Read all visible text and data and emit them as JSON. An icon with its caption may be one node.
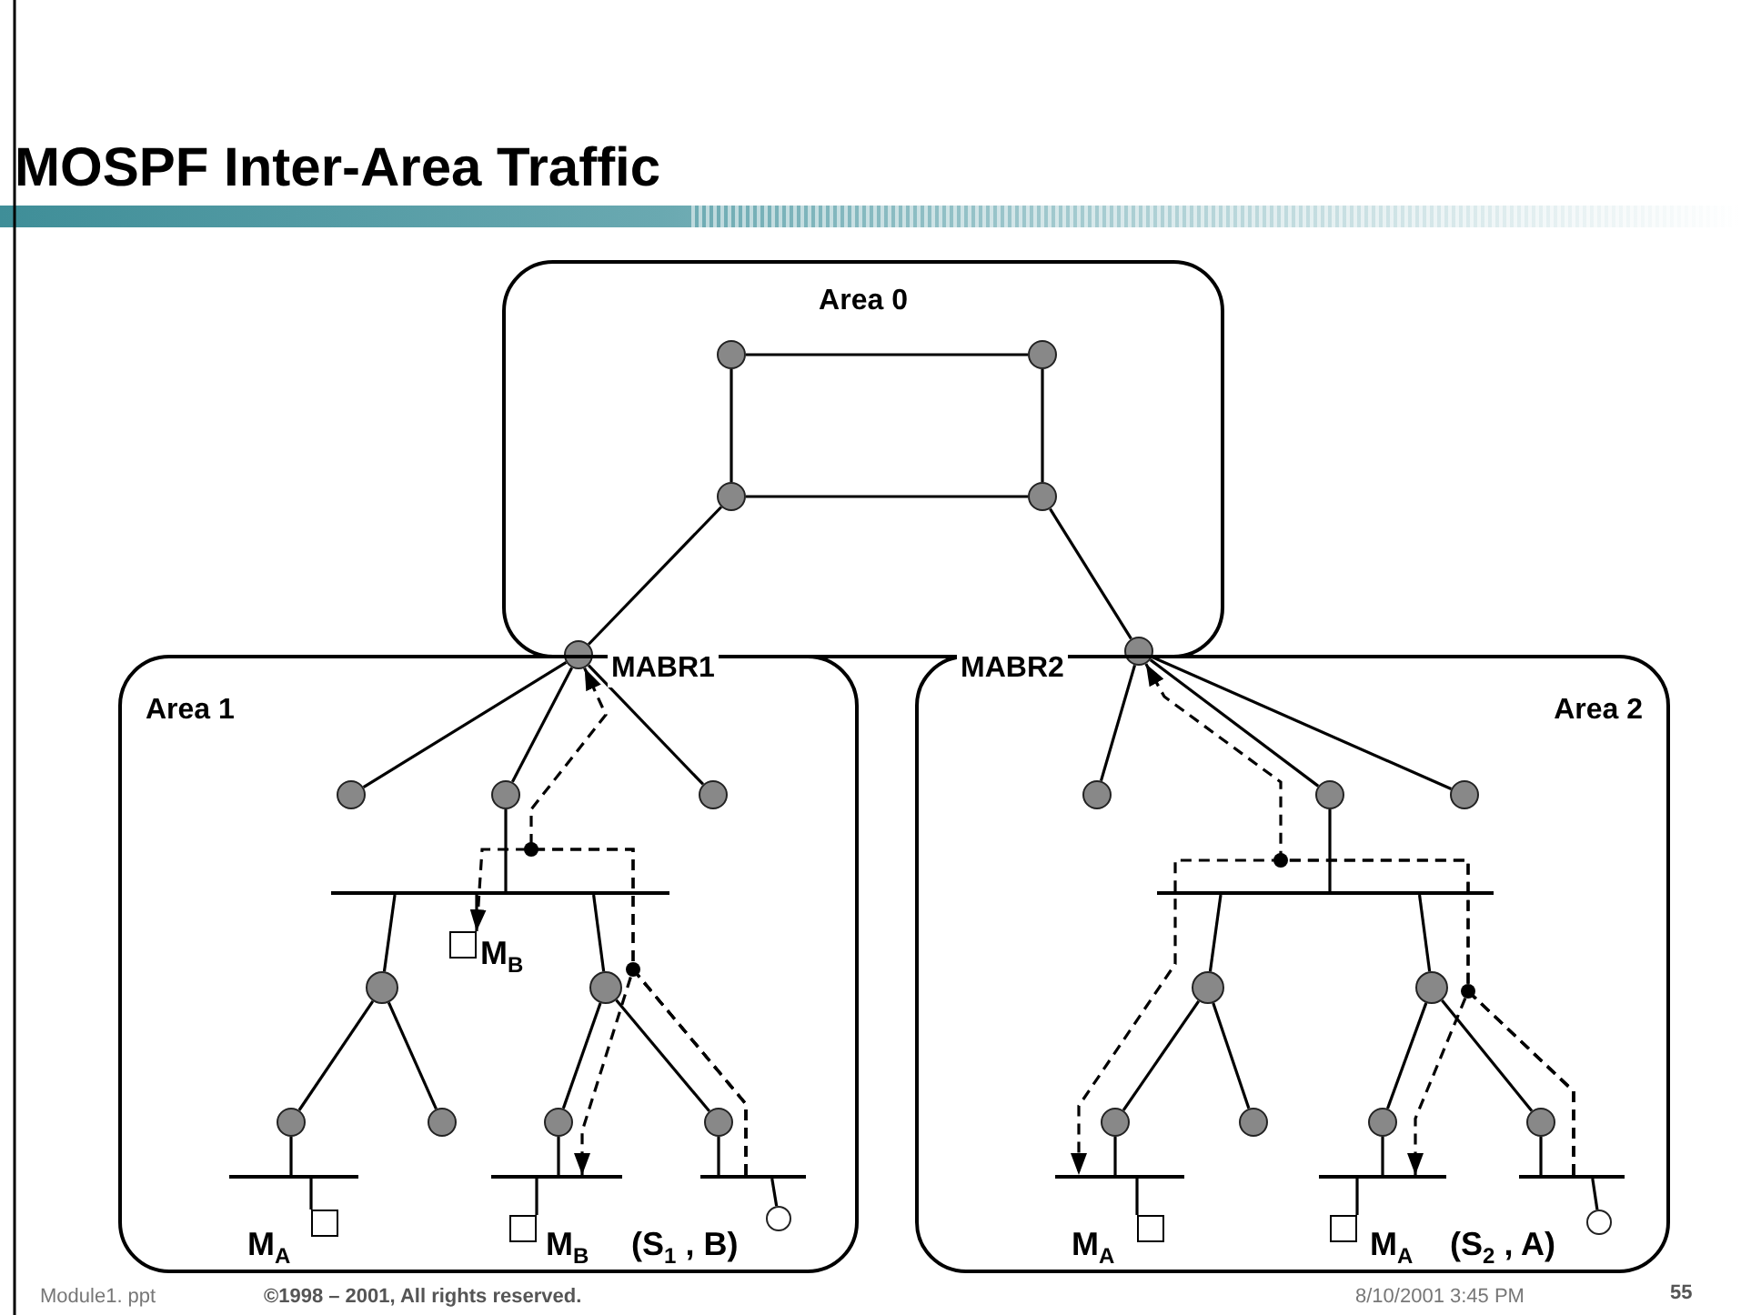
{
  "diagram": {
    "title": "MOSPF Inter-Area Traffic",
    "nodes": [
      {
        "text": [
          "Area 0"
        ]
      },
      {
        "text": [],
        "shape": "circle",
        "in": 0
      },
      {
        "text": [],
        "shape": "circle",
        "in": 0
      },
      {
        "text": [],
        "shape": "circle",
        "in": 0
      },
      {
        "text": [],
        "shape": "circle",
        "in": 0
      },
      {
        "text": [],
        "shape": "circle",
        "beside": [
          "MABR1"
        ]
      },
      {
        "text": [],
        "shape": "circle",
        "beside": [
          "MABR2"
        ]
      },
      {
        "text": [
          "Area 1"
        ]
      },
      {
        "text": [],
        "shape": "circle",
        "in": 7
      },
      {
        "text": [],
        "shape": "circle",
        "in": 7
      },
      {
        "text": [],
        "shape": "circle",
        "in": 7
      },
      {
        "text": [],
        "shape": "bar",
        "in": 7
      },
      {
        "text": [],
        "shape": "box",
        "in": 7,
        "beside": [
          "M$_{B}$"
        ]
      },
      {
        "text": [],
        "shape": "circle",
        "in": 7
      },
      {
        "text": [],
        "shape": "circle",
        "in": 7
      },
      {
        "text": [],
        "shape": "circle",
        "in": 7
      },
      {
        "text": [],
        "shape": "circle",
        "in": 7
      },
      {
        "text": [],
        "shape": "circle",
        "in": 7
      },
      {
        "text": [],
        "shape": "circle",
        "in": 7
      },
      {
        "text": [],
        "shape": "bar",
        "in": 7
      },
      {
        "text": [],
        "shape": "bar",
        "in": 7
      },
      {
        "text": [],
        "shape": "bar",
        "in": 7
      },
      {
        "text": [],
        "shape": "box",
        "in": 7,
        "beside": [
          "M$_{A}$"
        ]
      },
      {
        "text": [],
        "shape": "box",
        "in": 7,
        "beside": [
          "M$_{B}$"
        ]
      },
      {
        "text": [],
        "shape": "circle",
        "in": 7,
        "beside": [
          "(S$_{1}$ , B)"
        ]
      },
      {
        "text": [
          "Area 2"
        ]
      },
      {
        "text": [],
        "shape": "circle",
        "in": 25
      },
      {
        "text": [],
        "shape": "circle",
        "in": 25
      },
      {
        "text": [],
        "shape": "circle",
        "in": 25
      },
      {
        "text": [],
        "shape": "bar",
        "in": 25
      },
      {
        "text": [],
        "shape": "circle",
        "in": 25
      },
      {
        "text": [],
        "shape": "circle",
        "in": 25
      },
      {
        "text": [],
        "shape": "circle",
        "in": 25
      },
      {
        "text": [],
        "shape": "circle",
        "in": 25
      },
      {
        "text": [],
        "shape": "circle",
        "in": 25
      },
      {
        "text": [],
        "shape": "circle",
        "in": 25
      },
      {
        "text": [],
        "shape": "bar",
        "in": 25
      },
      {
        "text": [],
        "shape": "bar",
        "in": 25
      },
      {
        "text": [],
        "shape": "bar",
        "in": 25
      },
      {
        "text": [],
        "shape": "box",
        "in": 25,
        "beside": [
          "M$_{A}$"
        ]
      },
      {
        "text": [],
        "shape": "box",
        "in": 25,
        "beside": [
          "M$_{A}$"
        ]
      },
      {
        "text": [],
        "shape": "circle",
        "in": 25,
        "beside": [
          "(S$_{2}$ , A)"
        ]
      }
    ],
    "edges": [
      {
        "from": 1,
        "to": 2,
        "arrow": "none"
      },
      {
        "from": 1,
        "to": 3,
        "arrow": "none"
      },
      {
        "from": 2,
        "to": 4,
        "arrow": "none"
      },
      {
        "from": 3,
        "to": 4,
        "arrow": "none"
      },
      {
        "from": 3,
        "to": 5,
        "arrow": "none"
      },
      {
        "from": 4,
        "to": 6,
        "arrow": "none"
      },
      {
        "from": 5,
        "to": 8,
        "arrow": "none"
      },
      {
        "from": 5,
        "to": 9,
        "arrow": "none"
      },
      {
        "from": 5,
        "to": 10,
        "arrow": "none"
      },
      {
        "from": 9,
        "to": 11,
        "arrow": "none"
      },
      {
        "from": 11,
        "to": 12,
        "arrow": "none"
      },
      {
        "from": 11,
        "to": 13,
        "arrow": "none"
      },
      {
        "from": 11,
        "to": 14,
        "arrow": "none"
      },
      {
        "from": 13,
        "to": 15,
        "arrow": "none"
      },
      {
        "from": 13,
        "to": 16,
        "arrow": "none"
      },
      {
        "from": 14,
        "to": 17,
        "arrow": "none"
      },
      {
        "from": 14,
        "to": 18,
        "arrow": "none"
      },
      {
        "from": 15,
        "to": 19,
        "arrow": "none"
      },
      {
        "from": 19,
        "to": 22,
        "arrow": "none"
      },
      {
        "from": 17,
        "to": 20,
        "arrow": "none"
      },
      {
        "from": 20,
        "to": 23,
        "arrow": "none"
      },
      {
        "from": 18,
        "to": 21,
        "arrow": "none"
      },
      {
        "from": 21,
        "to": 24,
        "arrow": "none"
      },
      {
        "from": 6,
        "to": 26,
        "arrow": "none"
      },
      {
        "from": 6,
        "to": 27,
        "arrow": "none"
      },
      {
        "from": 6,
        "to": 28,
        "arrow": "none"
      },
      {
        "from": 27,
        "to": 29,
        "arrow": "none"
      },
      {
        "from": 29,
        "to": 30,
        "arrow": "none"
      },
      {
        "from": 29,
        "to": 31,
        "arrow": "none"
      },
      {
        "from": 30,
        "to": 32,
        "arrow": "none"
      },
      {
        "from": 30,
        "to": 33,
        "arrow": "none"
      },
      {
        "from": 31,
        "to": 34,
        "arrow": "none"
      },
      {
        "from": 31,
        "to": 35,
        "arrow": "none"
      },
      {
        "from": 32,
        "to": 36,
        "arrow": "none"
      },
      {
        "from": 36,
        "to": 39,
        "arrow": "none"
      },
      {
        "from": 34,
        "to": 37,
        "arrow": "none"
      },
      {
        "from": 37,
        "to": 40,
        "arrow": "none"
      },
      {
        "from": 35,
        "to": 38,
        "arrow": "none"
      },
      {
        "from": 38,
        "to": 41,
        "arrow": "none"
      },
      {
        "from": 21,
        "to": 20,
        "arrow": "to",
        "style": "dashed"
      },
      {
        "from": 21,
        "to": 12,
        "arrow": "to",
        "style": "dashed"
      },
      {
        "from": 21,
        "to": 5,
        "arrow": "to",
        "style": "dashed"
      },
      {
        "from": 38,
        "to": 37,
        "arrow": "to",
        "style": "dashed"
      },
      {
        "from": 38,
        "to": 36,
        "arrow": "to",
        "style": "dashed"
      },
      {
        "from": 38,
        "to": 6,
        "arrow": "to",
        "style": "dashed"
      }
    ],
    "labels": [
      "Module1. ppt",
      "©1998 – 2001, All rights reserved.",
      "8/10/2001 3:45 PM",
      "55"
    ]
  }
}
